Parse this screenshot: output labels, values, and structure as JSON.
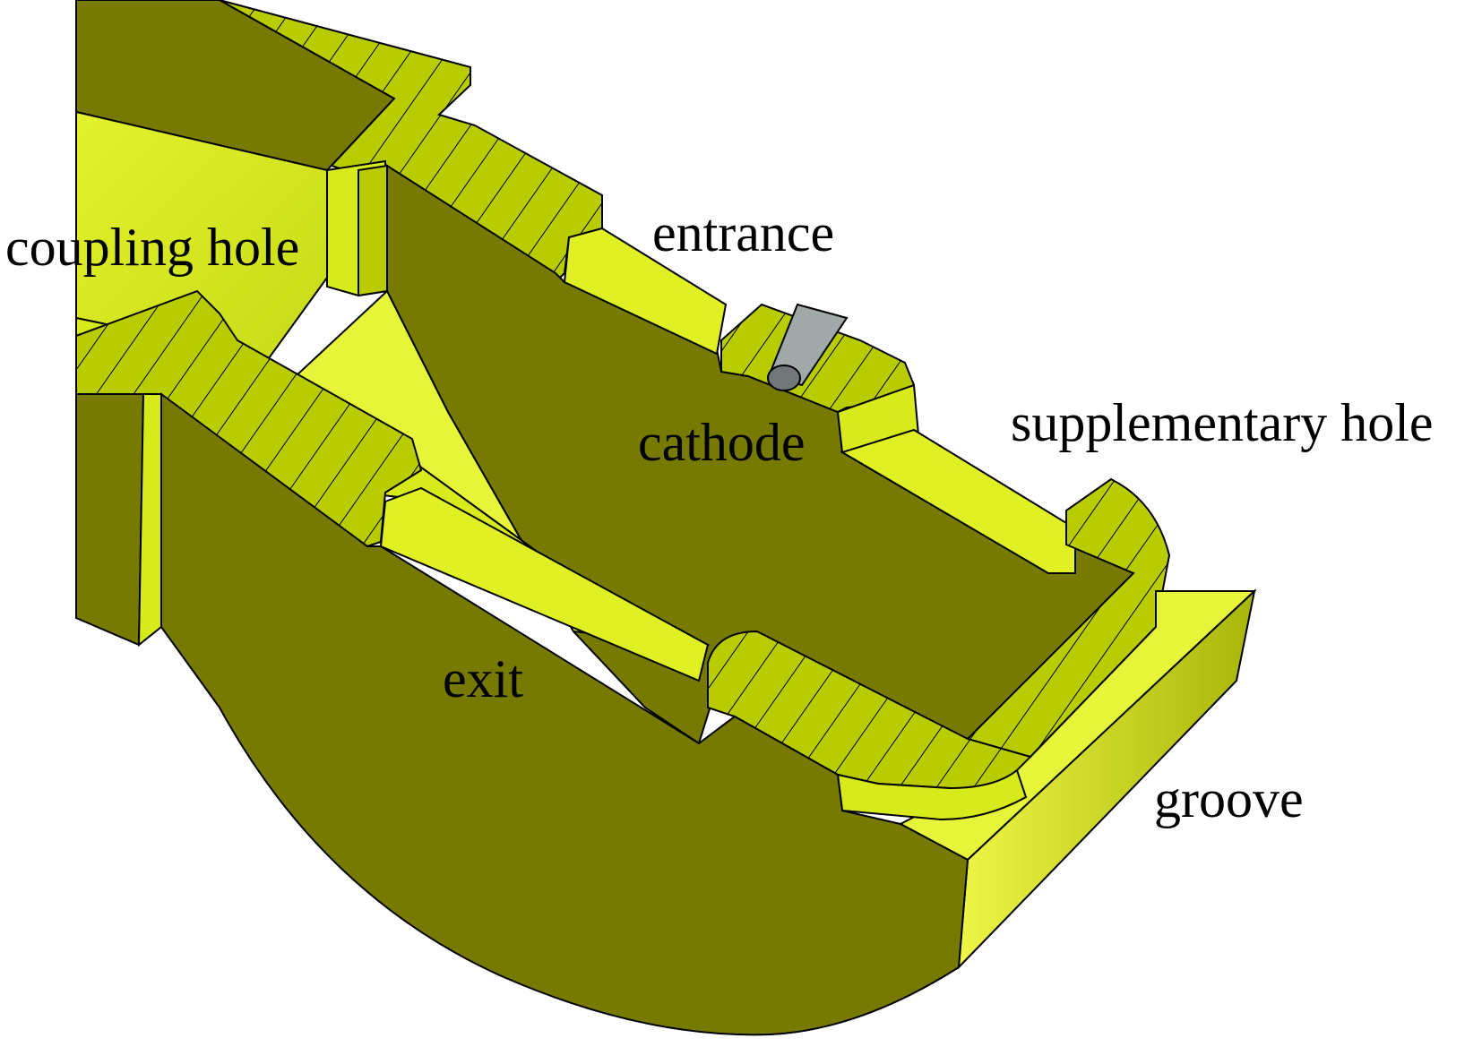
{
  "labels": {
    "coupling_hole": "coupling hole",
    "entrance": "entrance",
    "cathode": "cathode",
    "supplementary_hole": "supplementary hole",
    "exit": "exit",
    "groove": "groove"
  },
  "colors": {
    "solid_dark": "#777a00",
    "solid_bright": "#d6ea1c",
    "section_hatch_fill": "#b8cc00",
    "cavity_highlight": "#e6f53a",
    "cathode_insert": "#a0a8a8",
    "outline": "#000000",
    "background": "#ffffff"
  }
}
